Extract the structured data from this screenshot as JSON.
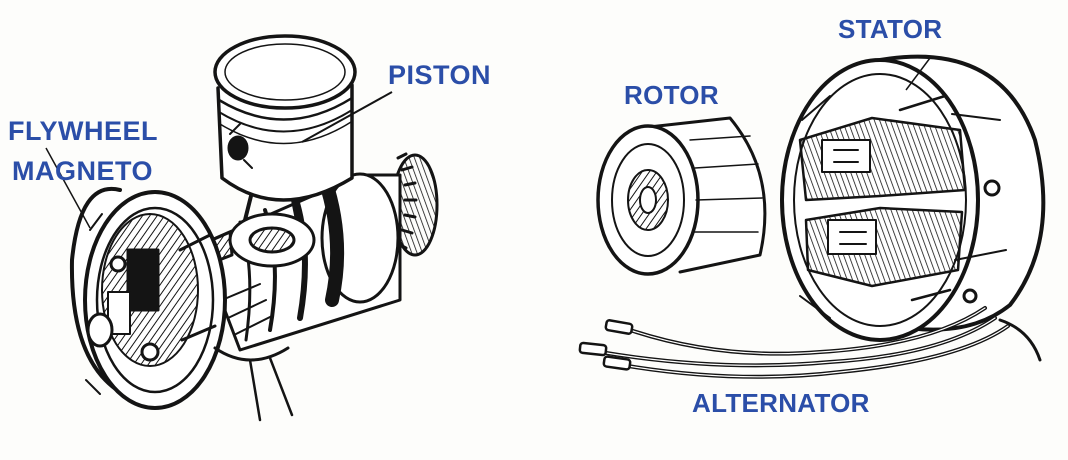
{
  "labels": {
    "flywheel_line1": "FLYWHEEL",
    "flywheel_line2": "MAGNETO",
    "piston": "PISTON",
    "rotor": "ROTOR",
    "stator": "STATOR",
    "alternator": "ALTERNATOR"
  },
  "colors": {
    "label_blue": "#2b4ea8",
    "ink": "#141414",
    "paper": "#fdfdfb"
  }
}
